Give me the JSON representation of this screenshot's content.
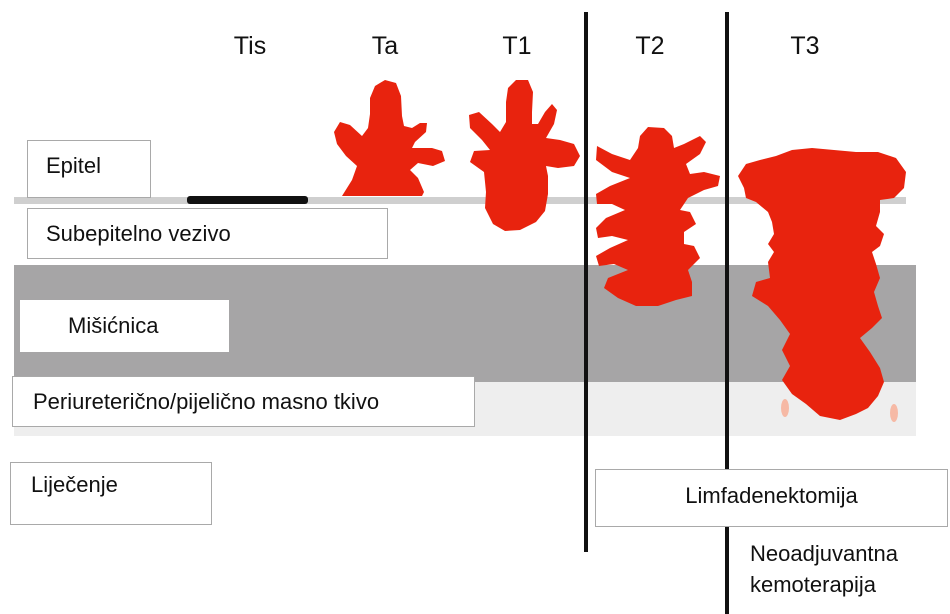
{
  "stages": [
    "Tis",
    "Ta",
    "T1",
    "T2",
    "T3"
  ],
  "layers": {
    "epitel": "Epitel",
    "subepitel": "Subepitelno vezivo",
    "misicnica": "Mišićnica",
    "masno_tkivo": "Periureterično/pijelično masno tkivo"
  },
  "treatment": {
    "label": "Liječenje",
    "lymph": "Limfadenektomija",
    "neoadjuvant_line1": "Neoadjuvantna",
    "neoadjuvant_line2": "kemoterapija"
  },
  "colors": {
    "tumor": "#e8230e",
    "muscle": "#a6a5a6",
    "fat": "#eeeeee",
    "membrane": "#cfcfcf",
    "cis_line": "#111111",
    "divider": "#111111",
    "fat_lobule": "#f6b9a5"
  }
}
